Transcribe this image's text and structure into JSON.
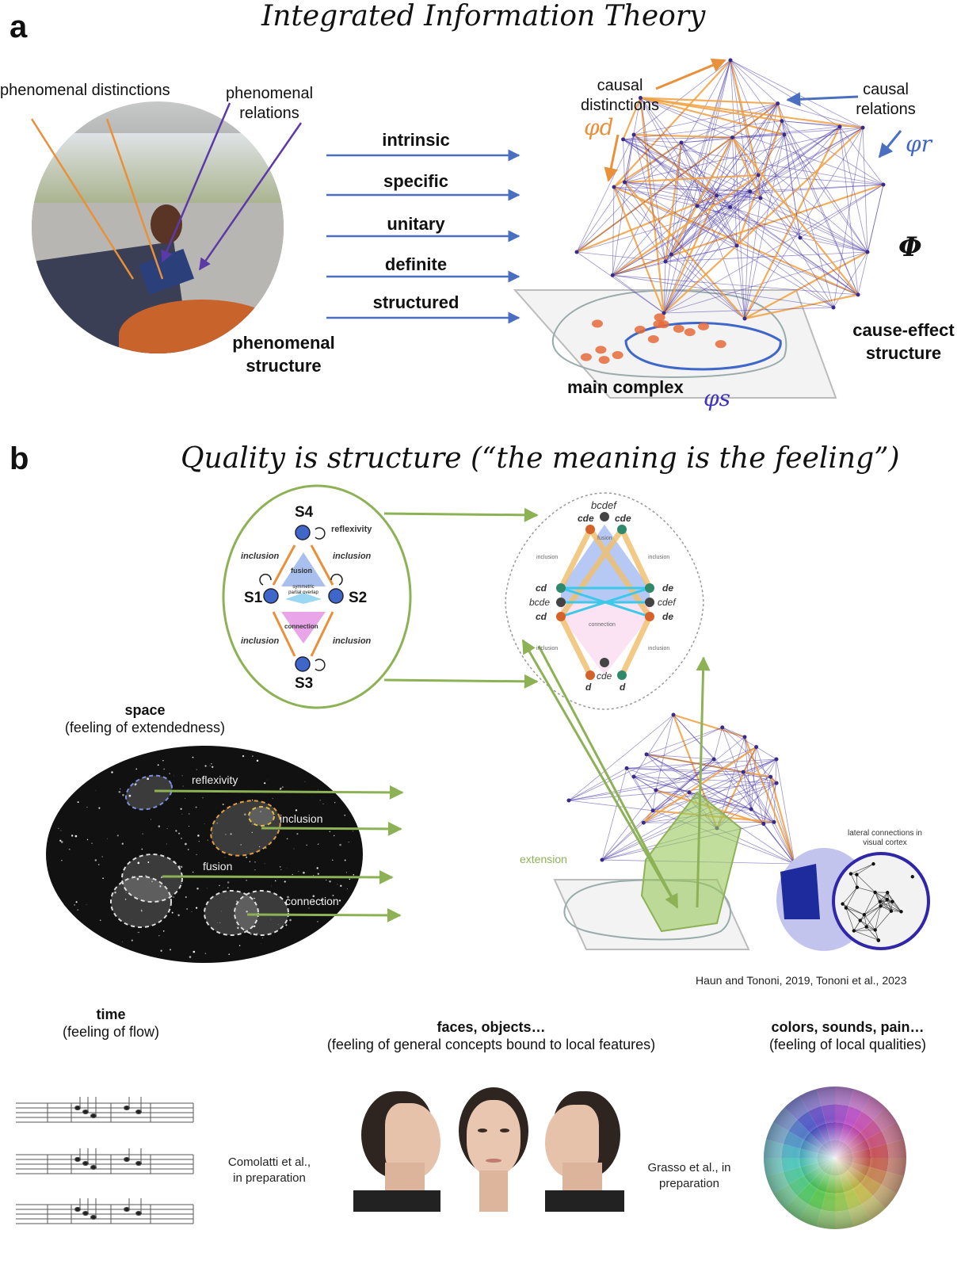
{
  "panel_a": {
    "letter": "a",
    "title": "Integrated Information Theory",
    "phenomenal_distinctions": "phenomenal distinctions",
    "phenomenal_relations": "phenomenal relations",
    "phenomenal_structure": "phenomenal structure",
    "properties": [
      "intrinsic",
      "specific",
      "unitary",
      "definite",
      "structured"
    ],
    "causal_distinctions": "causal distinctions",
    "causal_relations": "causal relations",
    "phi_d": "φd",
    "phi_r": "φr",
    "phi_s": "φs",
    "big_phi": "Φ",
    "cause_effect_structure": "cause-effect structure",
    "main_complex": "main complex"
  },
  "panel_b": {
    "letter": "b",
    "title": "Quality is structure (“the meaning is the feeling”)",
    "nodes": {
      "s4": "S4",
      "s1": "S1",
      "s2": "S2",
      "s3": "S3"
    },
    "relation_labels": {
      "reflexivity": "reflexivity",
      "inclusion": "inclusion",
      "fusion": "fusion",
      "symmetric": "symmetric partial overlap",
      "connection": "connection"
    },
    "lattice_labels": {
      "top": "bcdef",
      "cde": "cde",
      "cd": "cd",
      "bcde": "bcde",
      "de": "de",
      "cdef": "cdef",
      "d": "d"
    },
    "space_title": "space",
    "space_subtitle": "(feeling of extendedness)",
    "space_labels": [
      "reflexivity",
      "inclusion",
      "fusion",
      "connection"
    ],
    "extension": "extension",
    "lateral": "lateral connections in visual cortex",
    "citation_top": "Haun and Tononi, 2019, Tononi et al., 2023",
    "time_title": "time",
    "time_subtitle": "(feeling of flow)",
    "citation_time": "Comolatti et al., in preparation",
    "faces_title": "faces, objects…",
    "faces_subtitle": "(feeling of general concepts bound to local features)",
    "citation_faces": "Grasso et al., in preparation",
    "colors_title": "colors, sounds, pain…",
    "colors_subtitle": "(feeling of local qualities)"
  },
  "colors": {
    "arrow_blue": "#4a6fc1",
    "orange": "#e8903a",
    "purple": "#5b3aa8",
    "green": "#8db255",
    "node_blue": "#3f67c9"
  }
}
